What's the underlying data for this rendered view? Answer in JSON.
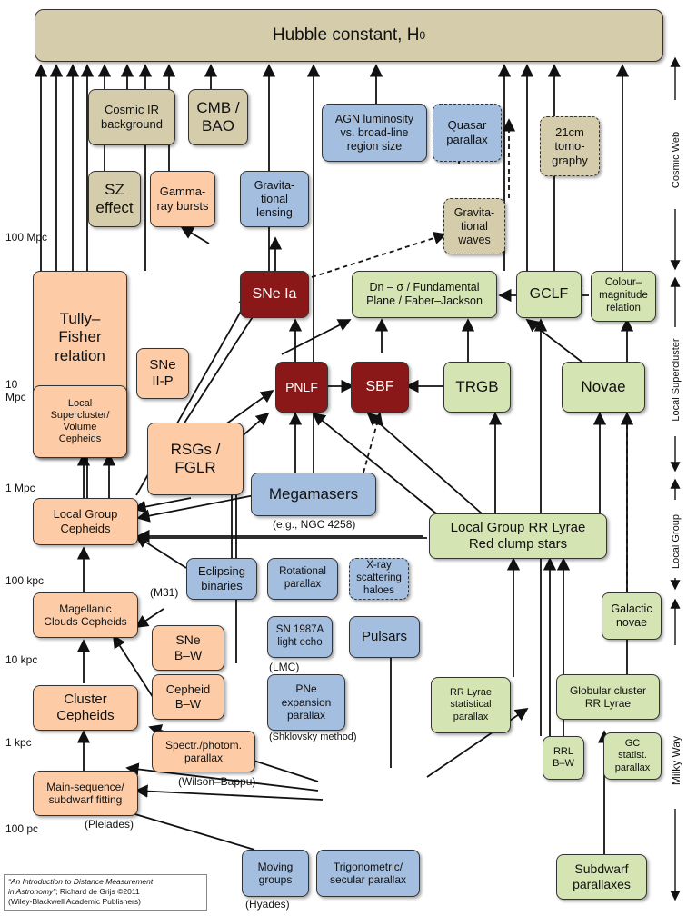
{
  "title": "Hubble constant, H",
  "title_sub": "0",
  "nodes": {
    "cosmic_ir": "Cosmic IR\nbackground",
    "cmb": "CMB /\nBAO",
    "agn": "AGN luminosity\nvs. broad-line\nregion size",
    "quasar": "Quasar\nparallax",
    "tomography": "21cm\ntomo-\ngraphy",
    "sz": "SZ\neffect",
    "grb": "Gamma-\nray bursts",
    "grav_lensing": "Gravita-\ntional\nlensing",
    "grav_waves": "Gravita-\ntional\nwaves",
    "sne_ia": "SNe Ia",
    "fp": "Dn – σ / Fundamental\nPlane / Faber–Jackson",
    "gclf": "GCLF",
    "colour_mag": "Colour–\nmagnitude\nrelation",
    "tully": "Tully–\nFisher\nrelation",
    "local_sc": "Local\nSupercluster/\nVolume\nCepheids",
    "sne_iip": "SNe\nII-P",
    "pnlf": "PNLF",
    "sbf": "SBF",
    "trgb": "TRGB",
    "novae": "Novae",
    "rsgs": "RSGs /\nFGLR",
    "megamasers": "Megamasers",
    "lg_cepheids": "Local Group\nCepheids",
    "lg_rrlyrae": "Local Group RR Lyrae\nRed clump stars",
    "eclipsing": "Eclipsing\nbinaries",
    "rot_parallax": "Rotational\nparallax",
    "xray": "X-ray\nscattering\nhaloes",
    "mc_cepheids": "Magellanic\nClouds Cepheids",
    "sne_bw": "SNe\nB–W",
    "sn1987a": "SN 1987A\nlight echo",
    "pulsars": "Pulsars",
    "galactic_novae": "Galactic\nnovae",
    "cluster_cepheids": "Cluster\nCepheids",
    "cepheid_bw": "Cepheid\nB–W",
    "pne": "PNe\nexpansion\nparallax",
    "rr_stat": "RR Lyrae\nstatistical\nparallax",
    "gc_rrlyrae": "Globular cluster\nRR Lyrae",
    "spectr": "Spectr./photom.\nparallax",
    "rrl_bw": "RRL\nB–W",
    "gc_stat": "GC\nstatist.\nparallax",
    "ms_fitting": "Main-sequence/\nsubdwarf fitting",
    "moving_groups": "Moving\ngroups",
    "trig": "Trigonometric/\nsecular parallax",
    "subdwarf": "Subdwarf\nparallaxes"
  },
  "annotations": {
    "ngc4258": "(e.g., NGC 4258)",
    "m31": "(M31)",
    "lmc": "(LMC)",
    "shklovsky": "(Shklovsky  method)",
    "wilson": "(Wilson–Bappu)",
    "pleiades": "(Pleiades)",
    "hyades": "(Hyades)"
  },
  "distance_scale": [
    "100 Mpc",
    "10\nMpc",
    "1 Mpc",
    "100 kpc",
    "10 kpc",
    "1 kpc",
    "100 pc"
  ],
  "regions": [
    "Cosmic Web",
    "Local Supercluster",
    "Local Group",
    "Milky Way"
  ],
  "credit": {
    "line1": "“An Introduction to Distance Measurement",
    "line2": "in Astronomy”",
    "line2b": "; Richard de Grijs     ©2011",
    "line3": "(Wiley-Blackwell Academic Publishers)"
  },
  "colors": {
    "tan": "#d4ccab",
    "orange": "#fdcca7",
    "blue": "#a4bee0",
    "green": "#d4e4b2",
    "red": "#8b1818"
  }
}
